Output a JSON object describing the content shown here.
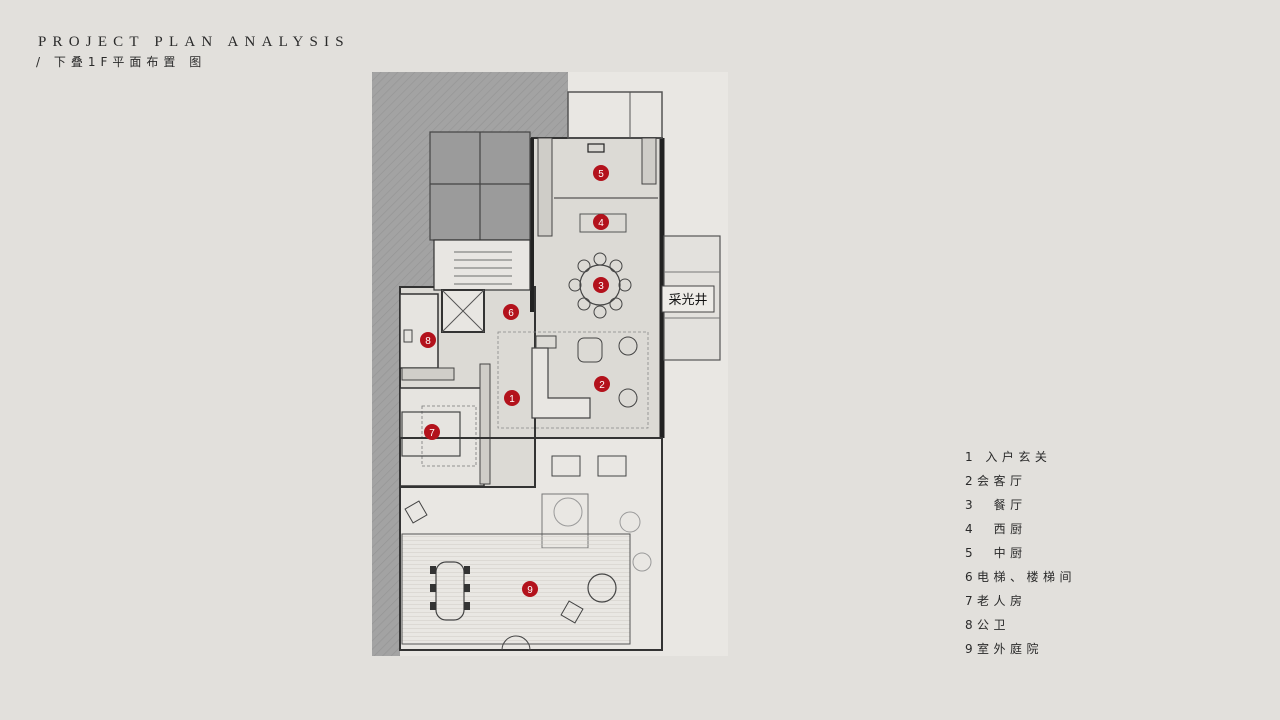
{
  "header": {
    "title": "PROJECT PLAN    ANALYSIS",
    "subtitle": "/ 下叠1F平面布置 图"
  },
  "plan": {
    "lightwell_label": "采光井",
    "markers": [
      "1",
      "2",
      "3",
      "4",
      "5",
      "6",
      "7",
      "8",
      "9"
    ],
    "marker_color": "#b3121c"
  },
  "legend": {
    "items": [
      {
        "num": "1",
        "label": "入户玄关"
      },
      {
        "num": "2",
        "label": "会客厅"
      },
      {
        "num": "3",
        "label": " 餐厅"
      },
      {
        "num": "4",
        "label": " 西厨"
      },
      {
        "num": "5",
        "label": " 中厨"
      },
      {
        "num": "6",
        "label": "电梯、楼梯间"
      },
      {
        "num": "7",
        "label": "老人房"
      },
      {
        "num": "8",
        "label": "公卫"
      },
      {
        "num": "9",
        "label": "室外庭院"
      }
    ]
  }
}
